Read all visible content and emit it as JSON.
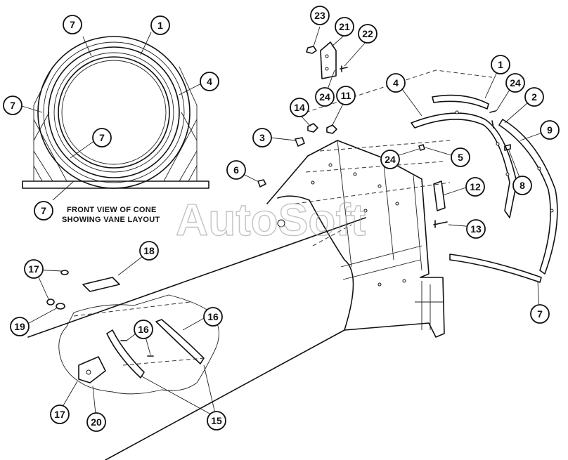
{
  "caption": {
    "line1": "FRONT VIEW OF CONE",
    "line2": "SHOWING VANE LAYOUT"
  },
  "watermark": "AutoSoft",
  "callouts": [
    "7",
    "1",
    "4",
    "7",
    "7",
    "7",
    "23",
    "21",
    "22",
    "24",
    "14",
    "11",
    "3",
    "6",
    "4",
    "1",
    "24",
    "2",
    "9",
    "24",
    "5",
    "8",
    "12",
    "13",
    "18",
    "17",
    "19",
    "16",
    "16",
    "17",
    "20",
    "15",
    "7"
  ]
}
